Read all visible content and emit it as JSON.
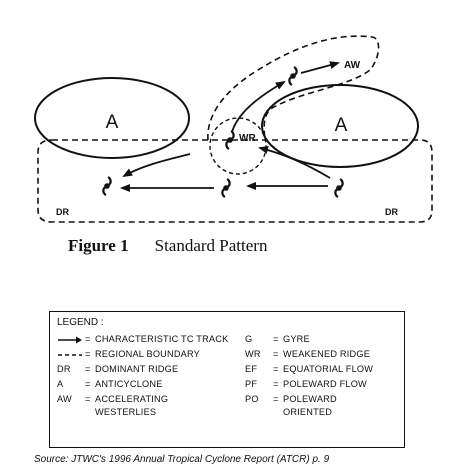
{
  "diagram": {
    "labels": {
      "anticyclone_left": "A",
      "anticyclone_right": "A",
      "weakened_ridge": "WR",
      "accelerating_westerlies": "AW",
      "dominant_ridge_left": "DR",
      "dominant_ridge_right": "DR"
    }
  },
  "caption": {
    "number": "Figure 1",
    "title": "Standard Pattern"
  },
  "legend": {
    "title": "LEGEND :",
    "left": [
      {
        "abbr": "",
        "icon": "solid-arrow-icon",
        "desc": "CHARACTERISTIC TC TRACK"
      },
      {
        "abbr": "",
        "icon": "dashed-line-icon",
        "desc": "REGIONAL BOUNDARY"
      },
      {
        "abbr": "DR",
        "desc": "DOMINANT RIDGE"
      },
      {
        "abbr": "A",
        "desc": "ANTICYCLONE"
      },
      {
        "abbr": "AW",
        "desc": "ACCELERATING",
        "desc2": "WESTERLIES"
      }
    ],
    "right": [
      {
        "abbr": "G",
        "desc": "GYRE"
      },
      {
        "abbr": "WR",
        "desc": "WEAKENED RIDGE"
      },
      {
        "abbr": "EF",
        "desc": "EQUATORIAL FLOW"
      },
      {
        "abbr": "PF",
        "desc": "POLEWARD FLOW"
      },
      {
        "abbr": "PO",
        "desc": "POLEWARD",
        "desc2": "ORIENTED"
      }
    ]
  },
  "source": "Source: JTWC's 1996 Annual Tropical Cyclone Report (ATCR) p. 9"
}
